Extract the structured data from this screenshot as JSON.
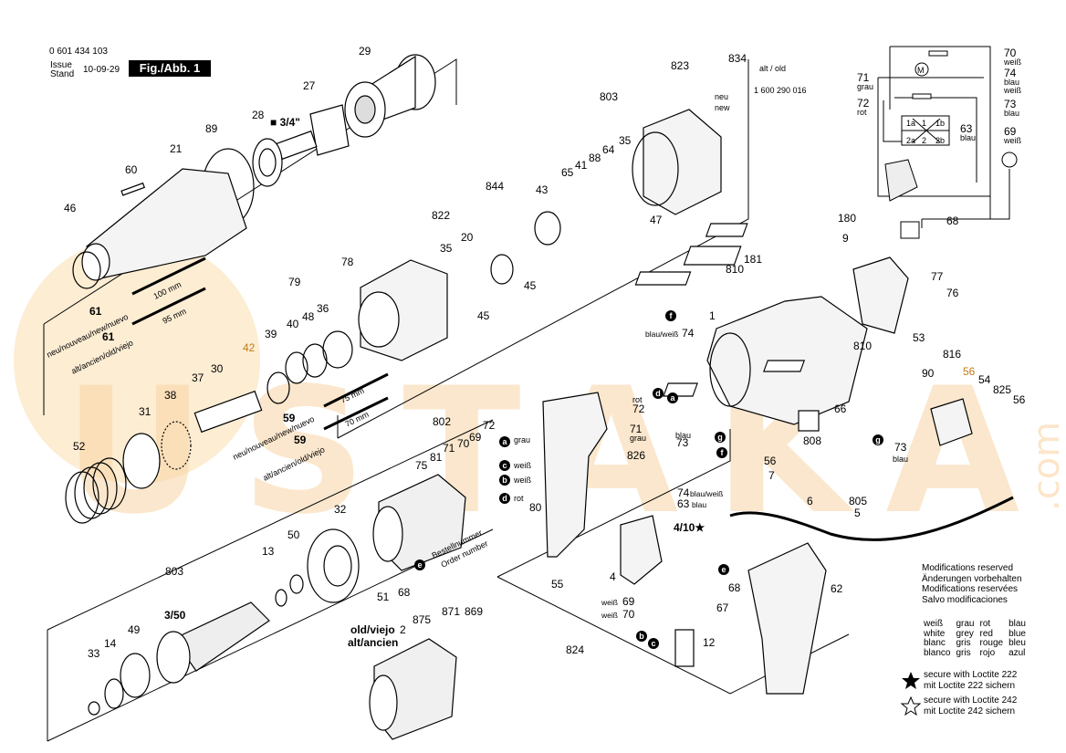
{
  "header": {
    "part_no": "0 601 434 103",
    "issue_label": "Issue",
    "stand_label": "Stand",
    "date": "10-09-29",
    "fig": "Fig./Abb. 1"
  },
  "labels": {
    "l29": "29",
    "l27": "27",
    "l28": "28",
    "l34": "■ 3/4\"",
    "l89": "89",
    "l21": "21",
    "l60": "60",
    "l46": "46",
    "l61a": "61",
    "l61b": "61",
    "neu_long": "neu/nouveau/new/nuevo",
    "alt_long": "alt/ancien/old/viejo",
    "mm100": "100 mm",
    "mm95": "95 mm",
    "mm75": "75 mm",
    "mm70": "70 mm",
    "l59a": "59",
    "l59b": "59",
    "l79": "79",
    "l78": "78",
    "l822": "822",
    "l35a": "35",
    "l20": "20",
    "l45a": "45",
    "l45b": "45",
    "l40": "40",
    "l48": "48",
    "l36": "36",
    "l39": "39",
    "l42": "42",
    "l37": "37",
    "l30": "30",
    "l38": "38",
    "l31": "31",
    "l52": "52",
    "l802": "802",
    "l75": "75",
    "l81": "81",
    "l71a": "71",
    "l70a": "70",
    "l69a": "69",
    "l72a": "72",
    "grau": "grau",
    "weiss": "weiß",
    "rot": "rot",
    "blau": "blau",
    "l32": "32",
    "l50": "50",
    "l51": "51",
    "l68a": "68",
    "bestell": "Bestellnummer",
    "order": "Order number",
    "l13": "13",
    "l803a": "803",
    "l803b": "803",
    "l350": "3/50",
    "l33": "33",
    "l14": "14",
    "l49": "49",
    "oldviejo": "old/viejo",
    "altancien": "alt/ancien",
    "l2": "2",
    "l875": "875",
    "l871": "871",
    "l869": "869",
    "l823": "823",
    "l834": "834",
    "altold": "alt / old",
    "altold_no": "1 600 290 016",
    "neu": "neu",
    "new": "new",
    "l64": "64",
    "l88": "88",
    "l35b": "35",
    "l65": "65",
    "l41": "41",
    "l844": "844",
    "l43": "43",
    "l47": "47",
    "l810a": "810",
    "l810b": "810",
    "l181": "181",
    "l180": "180",
    "l9": "9",
    "l77": "77",
    "l76": "76",
    "l1": "1",
    "l74a": "74",
    "blauweiss": "blau/weiß",
    "l53": "53",
    "l816": "816",
    "l90": "90",
    "l56a": "56",
    "l54": "54",
    "l825": "825",
    "l56b": "56",
    "l66": "66",
    "l808": "808",
    "l73a": "73",
    "l73b": "73",
    "l72b": "72",
    "l71b": "71",
    "l826": "826",
    "l74b": "74",
    "l63": "63",
    "l80": "80",
    "l55": "55",
    "l56c": "56",
    "l7": "7",
    "l6": "6",
    "l805": "805",
    "l5": "5",
    "l410": "4/10★",
    "l4": "4",
    "l69b": "69",
    "l70b": "70",
    "l68b": "68",
    "l67": "67",
    "l12": "12",
    "l824": "824",
    "l62": "62",
    "l70w": "70",
    "l74w": "74",
    "l71w": "71",
    "l72w": "72",
    "l63w": "63",
    "l69w": "69",
    "l68w": "68",
    "blauweiss2": "blau/\nweiß",
    "w1a": "1a",
    "w1": "1",
    "w1b": "1b",
    "w2a": "2a",
    "w2": "2",
    "w2b": "2b",
    "la": "a",
    "lb": "b",
    "lc": "c",
    "ld": "d",
    "le": "e",
    "lf": "f",
    "lg": "g"
  },
  "notes": {
    "mod": [
      "Modifications reserved",
      "Änderungen vorbehalten",
      "Modifications reservées",
      "Salvo modificaciones"
    ],
    "colors": [
      [
        "weiß",
        "grau",
        "rot",
        "blau"
      ],
      [
        "white",
        "grey",
        "red",
        "blue"
      ],
      [
        "blanc",
        "gris",
        "rouge",
        "bleu"
      ],
      [
        "blanco",
        "gris",
        "rojo",
        "azul"
      ]
    ],
    "loc222": [
      "secure with Loctite 222",
      "mit Loctite 222 sichern"
    ],
    "loc242": [
      "secure with Loctite 242",
      "mit Loctite 242 sichern"
    ]
  },
  "watermark": {
    "text": "USTAKA",
    "com": ".com",
    "color": "#f5c16c"
  }
}
